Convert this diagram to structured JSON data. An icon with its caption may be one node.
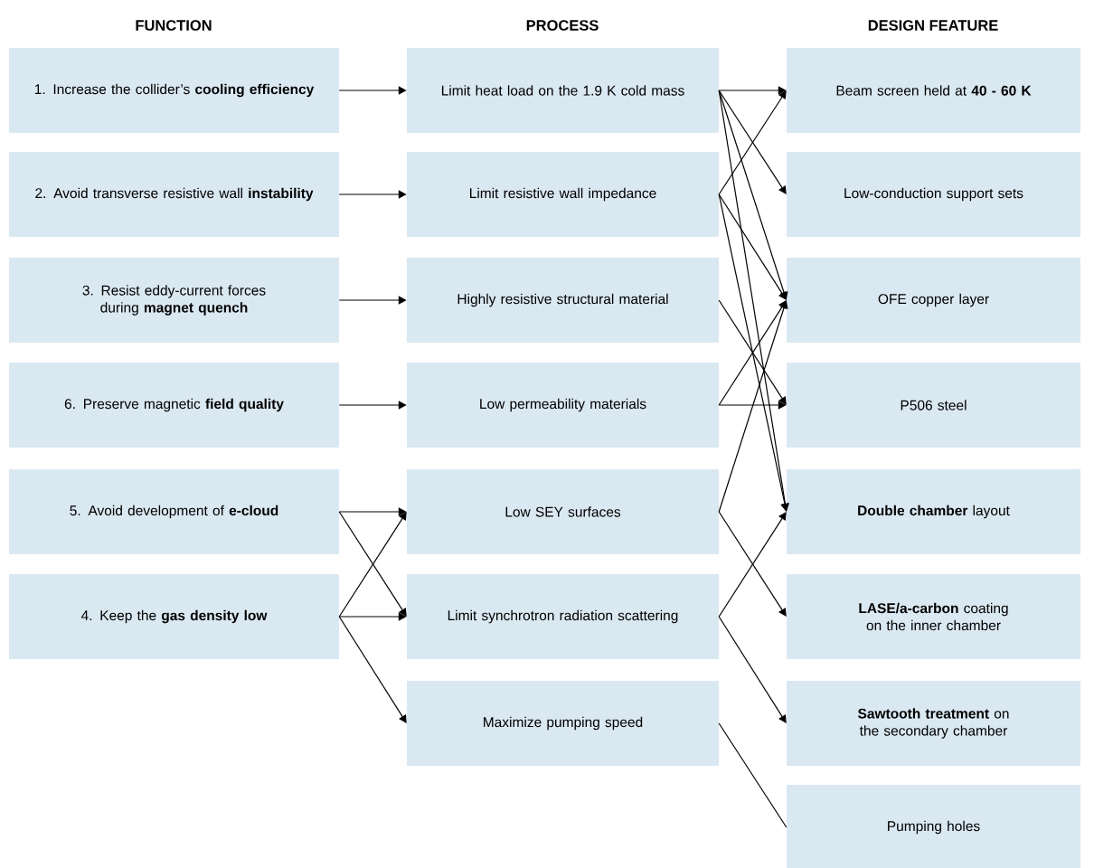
{
  "diagram": {
    "nodes": [
      {
        "text": [
          "1. Increase the collider’s **cooling efficiency**"
        ]
      },
      {
        "text": [
          "2. Avoid transverse resistive wall **instability**"
        ]
      },
      {
        "text": [
          "3. Resist eddy-current forces during **magnet quench**"
        ]
      },
      {
        "text": [
          "6. Preserve magnetic **field quality**"
        ]
      },
      {
        "text": [
          "5. Avoid development of **e-cloud**"
        ]
      },
      {
        "text": [
          "4. Keep the **gas density low**"
        ]
      },
      {
        "text": [
          "Limit heat load on the 1.9 K cold mass"
        ]
      },
      {
        "text": [
          "Limit resistive wall impedance"
        ]
      },
      {
        "text": [
          "Highly resistive structural material"
        ]
      },
      {
        "text": [
          "Low permeability materials"
        ]
      },
      {
        "text": [
          "Low SEY surfaces"
        ]
      },
      {
        "text": [
          "Limit synchrotron radiation scattering"
        ]
      },
      {
        "text": [
          "Maximize pumping speed"
        ]
      },
      {
        "text": [
          "Beam screen held at **40 - 60 K**"
        ]
      },
      {
        "text": [
          "Low-conduction support sets"
        ]
      },
      {
        "text": [
          "OFE copper layer"
        ]
      },
      {
        "text": [
          "P506 steel"
        ]
      },
      {
        "text": [
          "**Double chamber** layout"
        ]
      },
      {
        "text": [
          "**LASE/a-carbon** coating on the inner chamber"
        ]
      },
      {
        "text": [
          "**Sawtooth treatment** on the secondary chamber"
        ]
      },
      {
        "text": [
          "Pumping holes"
        ]
      }
    ],
    "edges": [
      {
        "from": 0,
        "to": 6,
        "arrow": "to"
      },
      {
        "from": 1,
        "to": 7,
        "arrow": "to"
      },
      {
        "from": 2,
        "to": 8,
        "arrow": "to"
      },
      {
        "from": 3,
        "to": 9,
        "arrow": "to"
      },
      {
        "from": 4,
        "to": 10,
        "arrow": "to"
      },
      {
        "from": 4,
        "to": 11,
        "arrow": "to"
      },
      {
        "from": 5,
        "to": 10,
        "arrow": "to"
      },
      {
        "from": 5,
        "to": 11,
        "arrow": "to"
      },
      {
        "from": 5,
        "to": 12,
        "arrow": "to"
      },
      {
        "from": 6,
        "to": 13,
        "arrow": "to"
      },
      {
        "from": 6,
        "to": 14,
        "arrow": "to"
      },
      {
        "from": 6,
        "to": 15,
        "arrow": "to"
      },
      {
        "from": 6,
        "to": 17,
        "arrow": "to"
      },
      {
        "from": 7,
        "to": 13,
        "arrow": "to"
      },
      {
        "from": 7,
        "to": 15,
        "arrow": "to"
      },
      {
        "from": 7,
        "to": 17,
        "arrow": "to"
      },
      {
        "from": 8,
        "to": 16,
        "arrow": "to"
      },
      {
        "from": 9,
        "to": 16,
        "arrow": "to"
      },
      {
        "from": 9,
        "to": 15,
        "arrow": "to"
      },
      {
        "from": 10,
        "to": 15,
        "arrow": "to"
      },
      {
        "from": 10,
        "to": 18,
        "arrow": "to"
      },
      {
        "from": 11,
        "to": 17,
        "arrow": "to"
      },
      {
        "from": 11,
        "to": 19,
        "arrow": "to"
      },
      {
        "from": 12,
        "to": 20,
        "arrow": "none"
      }
    ],
    "labels": [
      "FUNCTION",
      "PROCESS",
      "DESIGN FEATURE"
    ]
  }
}
